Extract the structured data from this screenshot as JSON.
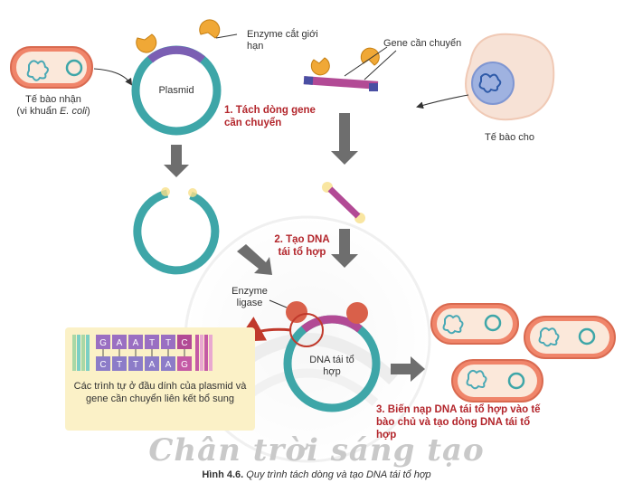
{
  "labels": {
    "enzyme_cut": "Enzyme cắt giới hạn",
    "gene_transfer": "Gene cần chuyển",
    "plasmid": "Plasmid",
    "recipient_cell": "Tế bào nhận",
    "recipient_cell_sub_prefix": "(vi khuẩn ",
    "recipient_cell_sub_italic": "E. coli",
    "recipient_cell_sub_suffix": ")",
    "donor_cell": "Tế bào cho",
    "enzyme_ligase": "Enzyme ligase",
    "recombinant_dna": "DNA tái tổ hợp",
    "sticky_ends": "Các trình tự ở đầu dính của plasmid và gene cần chuyển liên kết bổ sung"
  },
  "steps": {
    "step1": "1. Tách dòng gene cần chuyển",
    "step2": "2. Tạo DNA tái tổ hợp",
    "step3": "3. Biến nạp DNA tái tổ hợp vào tế bào chủ và tạo dòng DNA tái tổ hợp"
  },
  "sequence": {
    "top": [
      "G",
      "A",
      "A",
      "T",
      "T",
      "C"
    ],
    "bottom": [
      "C",
      "T",
      "T",
      "A",
      "A",
      "G"
    ]
  },
  "caption": {
    "number": "Hình 4.6.",
    "text": "Quy trình tách dòng và tạo DNA tái tổ hợp"
  },
  "watermark": "Chân trời sáng tạo",
  "colors": {
    "plasmid": "#3ea6a8",
    "insert": "#b24a95",
    "enzyme": "#f0a836",
    "ligase": "#d9604a",
    "bacteria": "#f0856a",
    "arrow": "#6e6e6e",
    "step_text": "#b3262c"
  }
}
